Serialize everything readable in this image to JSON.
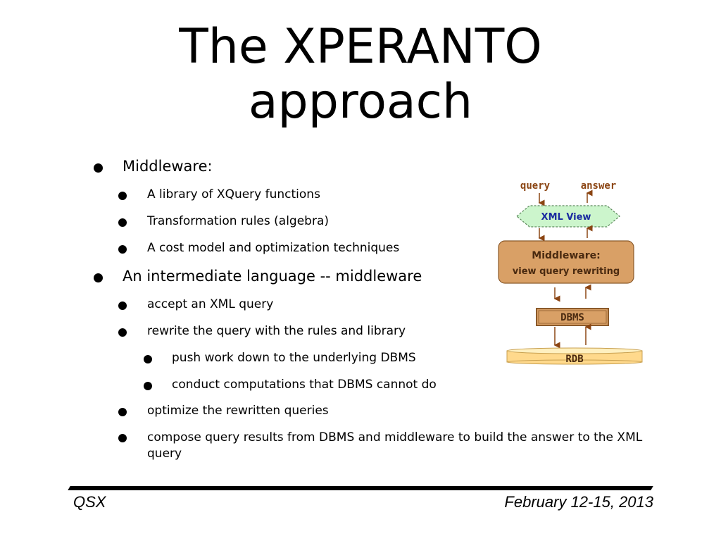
{
  "slide": {
    "title_line1": "The XPERANTO",
    "title_line2": "approach"
  },
  "bullets": [
    {
      "level": 1,
      "text": "Middleware:"
    },
    {
      "level": 2,
      "text": "A library of XQuery functions"
    },
    {
      "level": 2,
      "text": "Transformation rules (algebra)"
    },
    {
      "level": 2,
      "text": "A cost model and optimization techniques"
    },
    {
      "level": 1,
      "text": "An intermediate language -- middleware"
    },
    {
      "level": 2,
      "text": "accept an XML query"
    },
    {
      "level": 2,
      "text": "rewrite the query with the rules and library"
    },
    {
      "level": 3,
      "text": "push work down to the underlying DBMS"
    },
    {
      "level": 3,
      "text": "conduct computations that DBMS cannot do"
    },
    {
      "level": 2,
      "text": "optimize the rewritten queries"
    },
    {
      "level": 2,
      "text": "compose query results from DBMS and middleware to build the answer to the XML query"
    }
  ],
  "diagram": {
    "query_label": "query",
    "answer_label": "answer",
    "xml_view_label": "XML View",
    "middleware_line1": "Middleware:",
    "middleware_line2": "view query rewriting",
    "dbms_label": "DBMS",
    "rdb_label": "RDB",
    "colors": {
      "xml_view_fill": "#ccf5cc",
      "middleware_fill": "#d9a066",
      "dbms_fill": "#d9a066",
      "rdb_fill": "#ffd98c",
      "label_text": "#8b4513",
      "arrow": "#8b4513"
    }
  },
  "footer": {
    "left": "QSX",
    "right": "February 12-15, 2013"
  }
}
